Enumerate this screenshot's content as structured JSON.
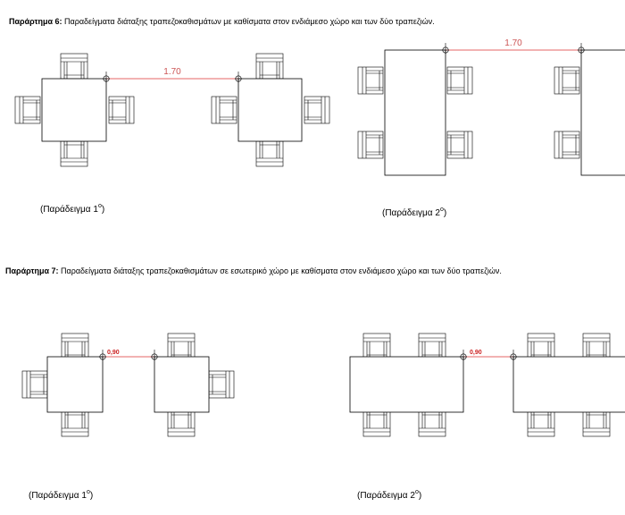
{
  "appendix6": {
    "label": "Παράρτημα 6:",
    "text": " Παραδείγματα διάταξης τραπεζοκαθισμάτων με καθίσματα στον ενδιάμεσο χώρο και των δύο τραπεζιών.",
    "example1": {
      "caption": "(Παράδειγμα 1",
      "dim": "1.70"
    },
    "example2": {
      "caption": "(Παράδειγμα 2",
      "dim": "1.70"
    }
  },
  "appendix7": {
    "label": "Παράρτημα 7:",
    "text": " Παραδείγματα διάταξης τραπεζοκαθισμάτων σε εσωτερικό χώρο με καθίσματα στον ενδιάμεσο χώρο και των δύο τραπεζιών.",
    "example1": {
      "caption": "(Παράδειγμα 1",
      "dim": "0,90"
    },
    "example2": {
      "caption": "(Παράδειγμα 2",
      "dim": "0,90"
    }
  },
  "caption_suffix": {
    "degree": "ο",
    "close": ")"
  },
  "colors": {
    "dimension_line": "#dd3333",
    "outline": "#000000"
  }
}
